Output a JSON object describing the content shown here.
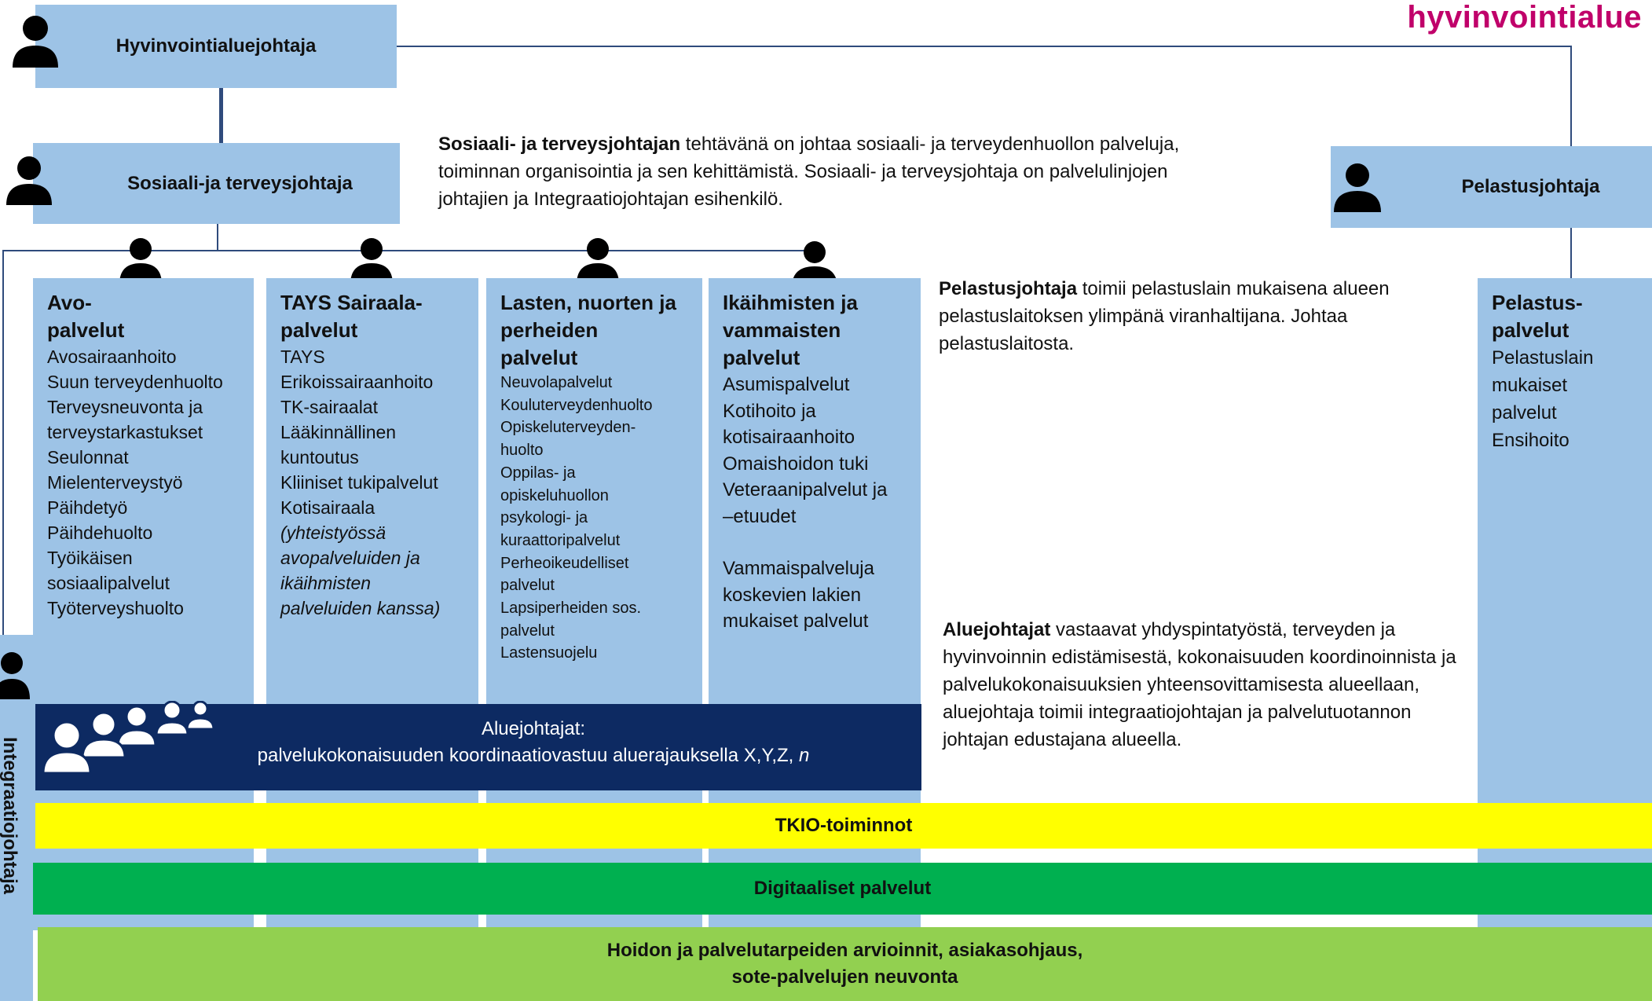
{
  "brand": "hyvinvointialue",
  "boxes": {
    "top": "Hyvinvointialuejohtaja",
    "sote": "Sosiaali-ja terveysjohtaja",
    "pelastus": "Pelastusjohtaja"
  },
  "desc_sote": {
    "bold": "Sosiaali- ja terveysjohtajan",
    "text": " tehtävänä on johtaa sosiaali- ja terveydenhuollon palveluja, toiminnan organisointia ja sen kehittämistä. Sosiaali- ja terveysjohtaja on palvelulinjojen johtajien ja Integraatiojohtajan esihenkilö."
  },
  "desc_pelastus": {
    "bold": "Pelastusjohtaja",
    "text": " toimii pelastuslain mukaisena alueen pelastuslaitoksen ylimpänä viranhaltijana. Johtaa pelastuslaitosta."
  },
  "desc_alue": {
    "bold": "Aluejohtajat",
    "text": " vastaavat yhdyspintatyöstä, terveyden ja hyvinvoinnin edistämisestä, kokonaisuuden koordinoinnista ja palvelukokonaisuuksien yhteensovittamisesta alueellaan, aluejohtaja toimii integraatiojohtajan ja palvelutuotannon johtajan edustajana alueella."
  },
  "col1": {
    "title1": "Avo-",
    "title2": "palvelut",
    "items": [
      "Avosairaanhoito",
      "Suun terveydenhuolto",
      "Terveysneuvonta ja",
      "terveystarkastukset",
      "Seulonnat",
      "Mielenterveystyö",
      "Päihdetyö",
      "Päihdehuolto",
      "Työikäisen",
      "sosiaalipalvelut",
      "Työterveyshuolto"
    ]
  },
  "col2": {
    "title1": "TAYS Sairaala-",
    "title2": "palvelut",
    "items": [
      "TAYS",
      "Erikoissairaanhoito",
      "TK-sairaalat",
      "Lääkinnällinen",
      "kuntoutus",
      "Kliiniset tukipalvelut",
      "Kotisairaala"
    ],
    "italic": [
      "(yhteistyössä",
      "avopalveluiden ja",
      "ikäihmisten",
      "palveluiden kanssa)"
    ]
  },
  "col3": {
    "title1": "Lasten, nuorten ja",
    "title2": "perheiden",
    "title3": "palvelut",
    "items": [
      "Neuvolapalvelut",
      "Kouluterveydenhuolto",
      "Opiskeluterveyden-",
      "huolto",
      "Oppilas- ja",
      "opiskeluhuollon",
      "psykologi- ja",
      "kuraattoripalvelut",
      "Perheoikeudelliset",
      "palvelut",
      "Lapsiperheiden sos.",
      "palvelut",
      "Lastensuojelu"
    ]
  },
  "col4": {
    "title1": "Ikäihmisten  ja",
    "title2": "vammaisten",
    "title3": "palvelut",
    "items": [
      "Asumispalvelut",
      "Kotihoito ja",
      "kotisairaanhoito",
      "Omaishoidon tuki",
      "Veteraanipalvelut ja",
      "–etuudet"
    ],
    "items2": [
      "Vammaispalveluja",
      "koskevien lakien",
      "mukaiset palvelut"
    ]
  },
  "col5": {
    "title1": "Pelastus-",
    "title2": "palvelut",
    "items": [
      "Pelastuslain",
      "mukaiset",
      "palvelut",
      "Ensihoito"
    ]
  },
  "integraatio": "Integraatiojohtaja",
  "aluejohtajat": {
    "line1": "Aluejohtajat:",
    "line2": "palvelukokonaisuuden koordinaatiovastuu aluerajauksella X,Y,Z, ",
    "line2_italic": "n"
  },
  "bands": {
    "tkio": "TKIO-toiminnot",
    "digi": "Digitaaliset palvelut",
    "hoito1": "Hoidon ja  palvelutarpeiden arvioinnit, asiakasohjaus,",
    "hoito2": "sote-palvelujen neuvonta"
  },
  "colors": {
    "box_blue": "#9dc3e6",
    "navy": "#0d2a62",
    "yellow": "#ffff00",
    "green": "#00b050",
    "light_green": "#92d050",
    "brand": "#c0006a",
    "line": "#2f4b7c"
  }
}
